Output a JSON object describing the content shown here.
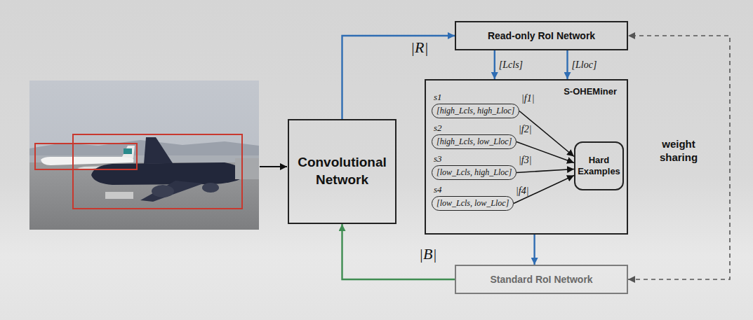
{
  "diagram": {
    "nodes": [
      {
        "text": [
          "Convolutional Network"
        ]
      },
      {
        "text": [
          "Read-only RoI Network"
        ]
      },
      {
        "text": [
          "S-OHEMiner"
        ]
      },
      {
        "text": [
          "[high_Lcls, high_Lloc]"
        ],
        "in": 2
      },
      {
        "text": [
          "[high_Lcls, low_Lloc]"
        ],
        "in": 2
      },
      {
        "text": [
          "[low_Lcls, high_Lloc]"
        ],
        "in": 2
      },
      {
        "text": [
          "[low_Lcls, low_Lloc]"
        ],
        "in": 2
      },
      {
        "text": [
          "Hard Examples"
        ],
        "in": 2
      },
      {
        "text": [
          "Standard RoI Network"
        ]
      }
    ],
    "edges": [
      {
        "from": 0,
        "to": 1,
        "arrow": "to"
      },
      {
        "from": 1,
        "to": 2,
        "label": "[Lcls]",
        "arrow": "to"
      },
      {
        "from": 1,
        "to": 2,
        "label": "[Lloc]",
        "arrow": "to"
      },
      {
        "from": 3,
        "to": 7,
        "arrow": "to"
      },
      {
        "from": 4,
        "to": 7,
        "arrow": "to"
      },
      {
        "from": 5,
        "to": 7,
        "arrow": "to"
      },
      {
        "from": 6,
        "to": 7,
        "arrow": "to"
      },
      {
        "from": 2,
        "to": 8,
        "arrow": "to"
      },
      {
        "from": 8,
        "to": 0,
        "arrow": "to"
      },
      {
        "from": 8,
        "to": 1,
        "label": "weight sharing",
        "arrow": "both"
      }
    ],
    "labels": [
      "|R|",
      "s1",
      "s2",
      "s3",
      "s4",
      "|f1|",
      "|f2|",
      "|f3|",
      "|f4|",
      "|B|"
    ]
  }
}
